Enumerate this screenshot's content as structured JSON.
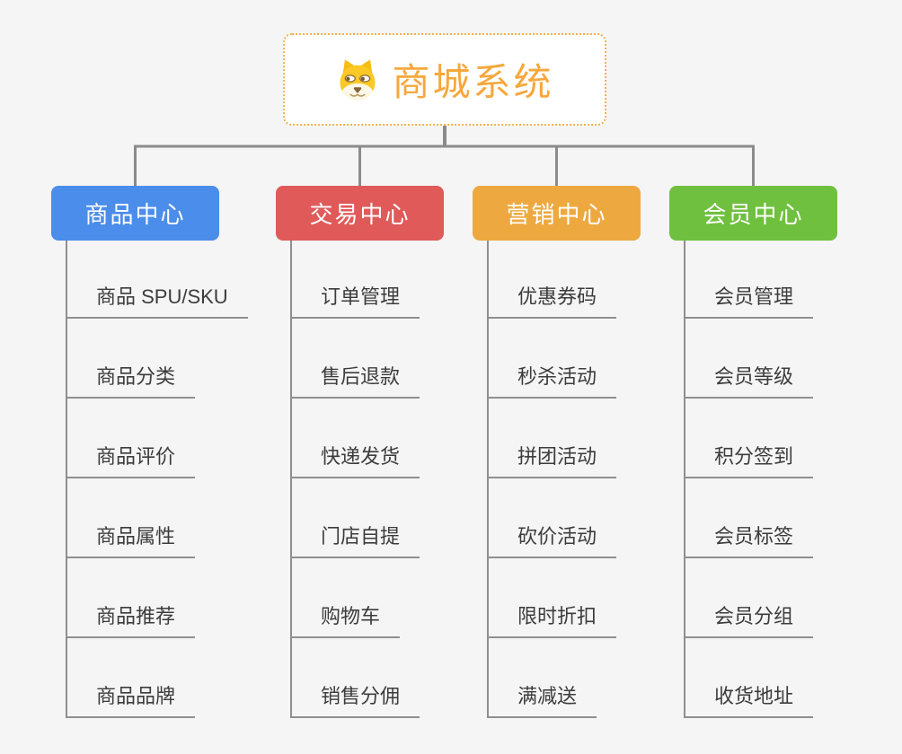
{
  "root": {
    "title": "商城系统",
    "icon": "dog-icon"
  },
  "colors": {
    "background": "#F5F5F5",
    "connector": "#8B8B8B",
    "leaf_line": "#8F8F8F",
    "root_accent": "#F5A83C",
    "root_border": "#F2B04A",
    "leaf_text": "#3C3C3C"
  },
  "branches": [
    {
      "label": "商品中心",
      "color": "#4B8DEA",
      "items": [
        "商品 SPU/SKU",
        "商品分类",
        "商品评价",
        "商品属性",
        "商品推荐",
        "商品品牌"
      ]
    },
    {
      "label": "交易中心",
      "color": "#E05A5A",
      "items": [
        "订单管理",
        "售后退款",
        "快递发货",
        "门店自提",
        "购物车",
        "销售分佣"
      ]
    },
    {
      "label": "营销中心",
      "color": "#EDA93F",
      "items": [
        "优惠券码",
        "秒杀活动",
        "拼团活动",
        "砍价活动",
        "限时折扣",
        "满减送"
      ]
    },
    {
      "label": "会员中心",
      "color": "#70C040",
      "items": [
        "会员管理",
        "会员等级",
        "积分签到",
        "会员标签",
        "会员分组",
        "收货地址"
      ]
    }
  ]
}
